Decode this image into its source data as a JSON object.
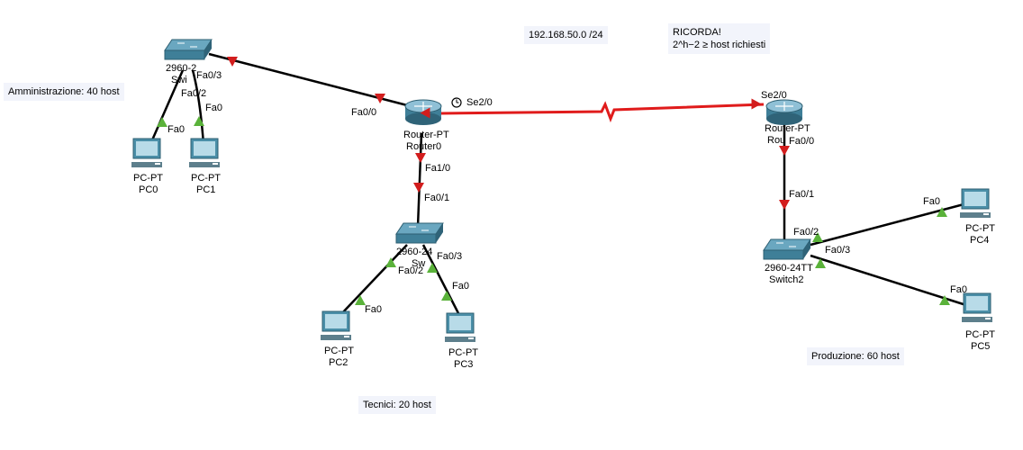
{
  "notes": {
    "network": "192.168.50.0 /24",
    "reminder_title": "RICORDA!",
    "reminder_formula": "2^h−2 ≥ host richiesti",
    "admin": "Amministrazione: 40 host",
    "tecnici": "Tecnici: 20 host",
    "produzione": "Produzione: 60 host"
  },
  "devices": {
    "switch0": {
      "model": "2960-2",
      "name": "Swi"
    },
    "switch1": {
      "model": "2960-24",
      "name": "Sw"
    },
    "switch2": {
      "model": "2960-24TT",
      "name": "Switch2"
    },
    "router0": {
      "model": "Router-PT",
      "name": "Router0"
    },
    "router1": {
      "model": "Router-PT",
      "name": "Rou"
    },
    "pc0": {
      "model": "PC-PT",
      "name": "PC0"
    },
    "pc1": {
      "model": "PC-PT",
      "name": "PC1"
    },
    "pc2": {
      "model": "PC-PT",
      "name": "PC2"
    },
    "pc3": {
      "model": "PC-PT",
      "name": "PC3"
    },
    "pc4": {
      "model": "PC-PT",
      "name": "PC4"
    },
    "pc5": {
      "model": "PC-PT",
      "name": "PC5"
    }
  },
  "ports": {
    "sw0_fa03": "Fa0/3",
    "sw0_fa02": "Fa0/2",
    "pc1_fa0": "Fa0",
    "pc0_fa0": "Fa0",
    "r0_fa00": "Fa0/0",
    "r0_se20": "Se2/0",
    "r0_fa10": "Fa1/0",
    "sw1_fa01": "Fa0/1",
    "sw1_fa03": "Fa0/3",
    "sw1_fa02": "Fa0/2",
    "pc2_fa0": "Fa0",
    "pc3_fa0": "Fa0",
    "r1_se20": "Se2/0",
    "r1_fa00": "Fa0/0",
    "sw2_fa01": "Fa0/1",
    "sw2_fa02": "Fa0/2",
    "sw2_fa03": "Fa0/3",
    "pc4_fa0": "Fa0",
    "pc5_fa0": "Fa0"
  },
  "colors": {
    "link_copper": "#000000",
    "link_serial": "#e01b1b",
    "status_up": "#5ab23a",
    "status_down": "#d21d1d",
    "note_bg": "#f2f4fb"
  }
}
